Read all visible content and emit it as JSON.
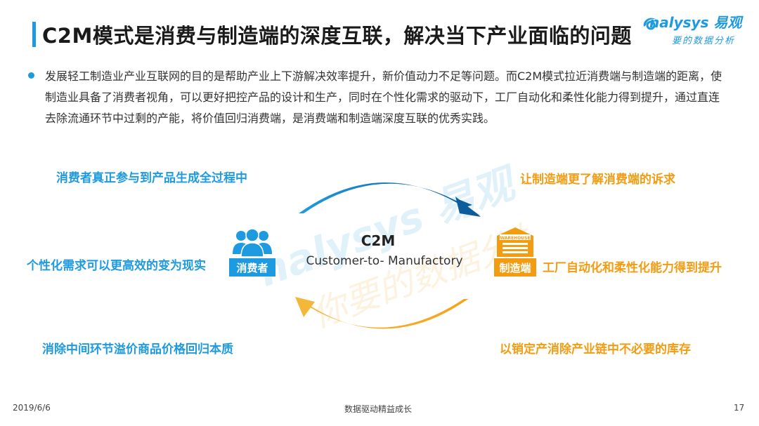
{
  "header": {
    "title": "C2M模式是消费与制造端的深度互联，解决当下产业面临的问题",
    "logo_main": "nalysys 易观",
    "logo_sub": "要的数据分析"
  },
  "bullet": {
    "text": "发展轻工制造业产业互联网的目的是帮助产业上下游解决效率提升，新价值动力不足等问题。而C2M模式拉近消费端与制造端的距离，使制造业具备了消费者视角，可以更好把控产品的设计和生产，同时在个性化需求的驱动下，工厂自动化和柔性化能力得到提升，通过直连去除流通环节中过剩的产能，将价值回归消费端，是消费端和制造端深度互联的优秀实践。"
  },
  "diagram": {
    "center_title": "C2M",
    "center_subtitle": "Customer-to- Manufactory",
    "consumer_label": "消费者",
    "maker_label": "制造端",
    "warehouse_text": "WAREHOUSE",
    "left": [
      "消费者真正参与到产品生成全过程中",
      "个性化需求可以更高效的变为现实",
      "消除中间环节溢价商品价格回归本质"
    ],
    "right": [
      "让制造端更了解消费端的诉求",
      "工厂自动化和柔性化能力得到提升",
      "以销定产消除产业链中不必要的库存"
    ],
    "colors": {
      "blue": "#1e9ae0",
      "orange": "#f39c12"
    }
  },
  "watermark": {
    "line1": "nalysys 易观",
    "line2": "你要的数据分析"
  },
  "footer": {
    "date": "2019/6/6",
    "slogan": "数据驱动精益成长",
    "page": "17"
  }
}
